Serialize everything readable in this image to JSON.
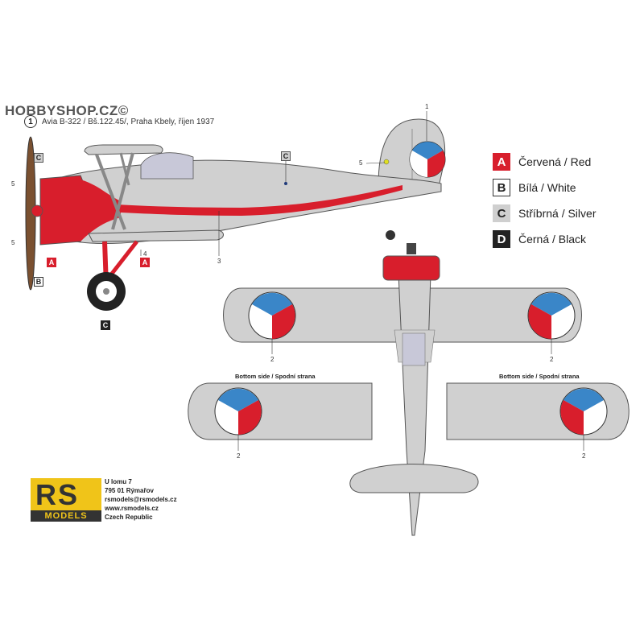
{
  "watermark": "HOBBYSHOP.CZ©",
  "profile": {
    "number": "1",
    "caption": "Avia B-322 / Bš.122.45/, Praha Kbely, říjen 1937"
  },
  "legend": [
    {
      "code": "A",
      "label": "Červená / Red",
      "color": "#d81e2c",
      "text_color": "#ffffff"
    },
    {
      "code": "B",
      "label": "Bílá / White",
      "color": "#ffffff",
      "text_color": "#222222"
    },
    {
      "code": "C",
      "label": "Stříbrná / Silver",
      "color": "#cfcfcf",
      "text_color": "#222222"
    },
    {
      "code": "D",
      "label": "Černá / Black",
      "color": "#222222",
      "text_color": "#ffffff"
    }
  ],
  "callouts": {
    "c_top": "C",
    "c_fuselage": "C",
    "a_nose": "A",
    "a_gear": "A",
    "b_nose": "B",
    "c_wheel": "C",
    "n1": "1",
    "n5a": "5",
    "n5b": "5",
    "n5c": "5",
    "n4": "4",
    "n3": "3",
    "n2a": "2",
    "n2b": "2",
    "n2c": "2",
    "n2d": "2"
  },
  "planform": {
    "bottom_left": "Bottom side / Spodní strana",
    "bottom_right": "Bottom side / Spodní strana"
  },
  "logo": {
    "rs": "RS",
    "models": "MODELS"
  },
  "address": [
    "U lomu 7",
    "795 01 Rýmařov",
    "rsmodels@rsmodels.cz",
    "www.rsmodels.cz",
    "Czech Republic"
  ],
  "colors": {
    "red": "#d81e2c",
    "silver": "#d0d0d0",
    "blue": "#3a86c8",
    "black": "#222222"
  }
}
